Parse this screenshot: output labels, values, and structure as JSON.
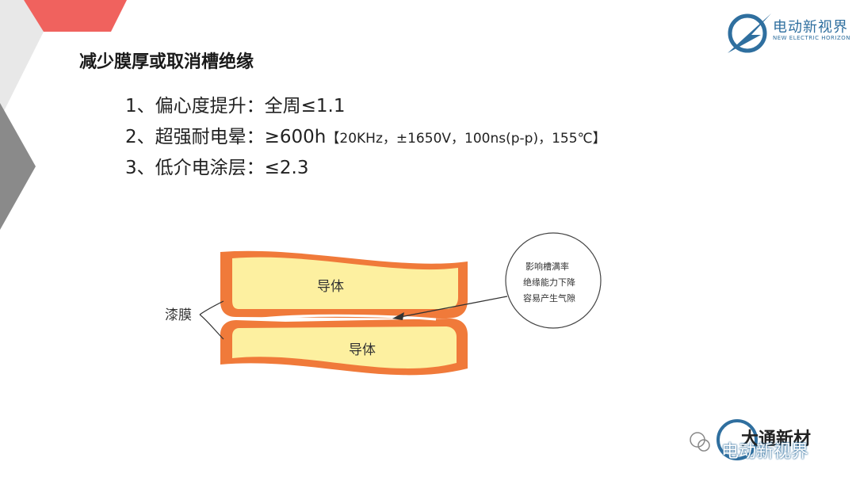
{
  "logo": {
    "name_cn": "电动新视界",
    "name_en": "NEW ELECTRIC HORIZON"
  },
  "title": "减少膜厚或取消槽绝缘",
  "items": [
    {
      "text": "1、偏心度提升：全周≤1.1",
      "detail": ""
    },
    {
      "text": "2、超强耐电晕：≥600h",
      "detail": "【20KHz，±1650V，100ns(p-p)，155℃】"
    },
    {
      "text": "3、低介电涂层：≤2.3",
      "detail": ""
    }
  ],
  "diagram": {
    "conductor_top": "导体",
    "conductor_bottom": "导体",
    "film_label": "漆膜",
    "callout": [
      "影响槽满率",
      "绝缘能力下降",
      "容易产生气隙"
    ]
  },
  "watermark": {
    "brand": "电动新视界",
    "overlay": "大通新材"
  },
  "colors": {
    "accent_red": "#f0625e",
    "gray": "#8a8a8a",
    "film_orange": "#f07a3a",
    "conductor_yellow": "#fdf0a0",
    "brand_blue": "#2f6f9f"
  }
}
